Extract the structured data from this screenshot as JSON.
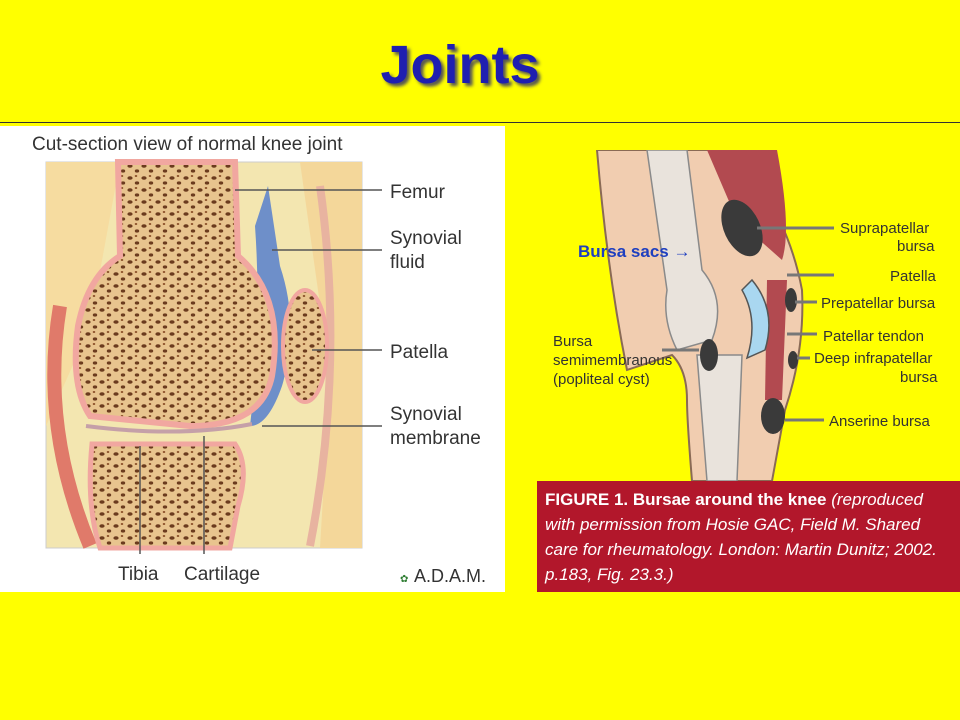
{
  "slide_title": "Joints",
  "left_figure": {
    "heading": "Cut-section view of normal knee joint",
    "labels": {
      "femur": "Femur",
      "synovial_fluid_1": "Synovial",
      "synovial_fluid_2": "fluid",
      "patella": "Patella",
      "synovial_membrane_1": "Synovial",
      "synovial_membrane_2": "membrane",
      "tibia": "Tibia",
      "cartilage": "Cartilage"
    },
    "logo": "A.D.A.M."
  },
  "right_figure": {
    "pointer_label": "Bursa sacs",
    "pointer_arrow": "→",
    "labels": {
      "suprapatellar_1": "Suprapatellar",
      "suprapatellar_2": "bursa",
      "patella": "Patella",
      "prepatellar": "Prepatellar bursa",
      "patellar_tendon": "Patellar tendon",
      "deep_infrapatellar_1": "Deep infrapatellar",
      "deep_infrapatellar_2": "bursa",
      "anserine": "Anserine bursa",
      "semimembranous_1": "Bursa",
      "semimembranous_2": "semimembranous",
      "semimembranous_3": "(popliteal cyst)"
    },
    "caption_bold": "FIGURE 1. Bursae around the knee",
    "caption_rest": " (reproduced with permission from Hosie GAC, Field M. Shared care for rheumatology. London: Martin Dunitz; 2002. p.183, Fig. 23.3.)"
  },
  "colors": {
    "background": "#ffff00",
    "title": "#1f1fb0",
    "caption_bg": "#b2172b",
    "pointer": "#1f3fbf"
  }
}
